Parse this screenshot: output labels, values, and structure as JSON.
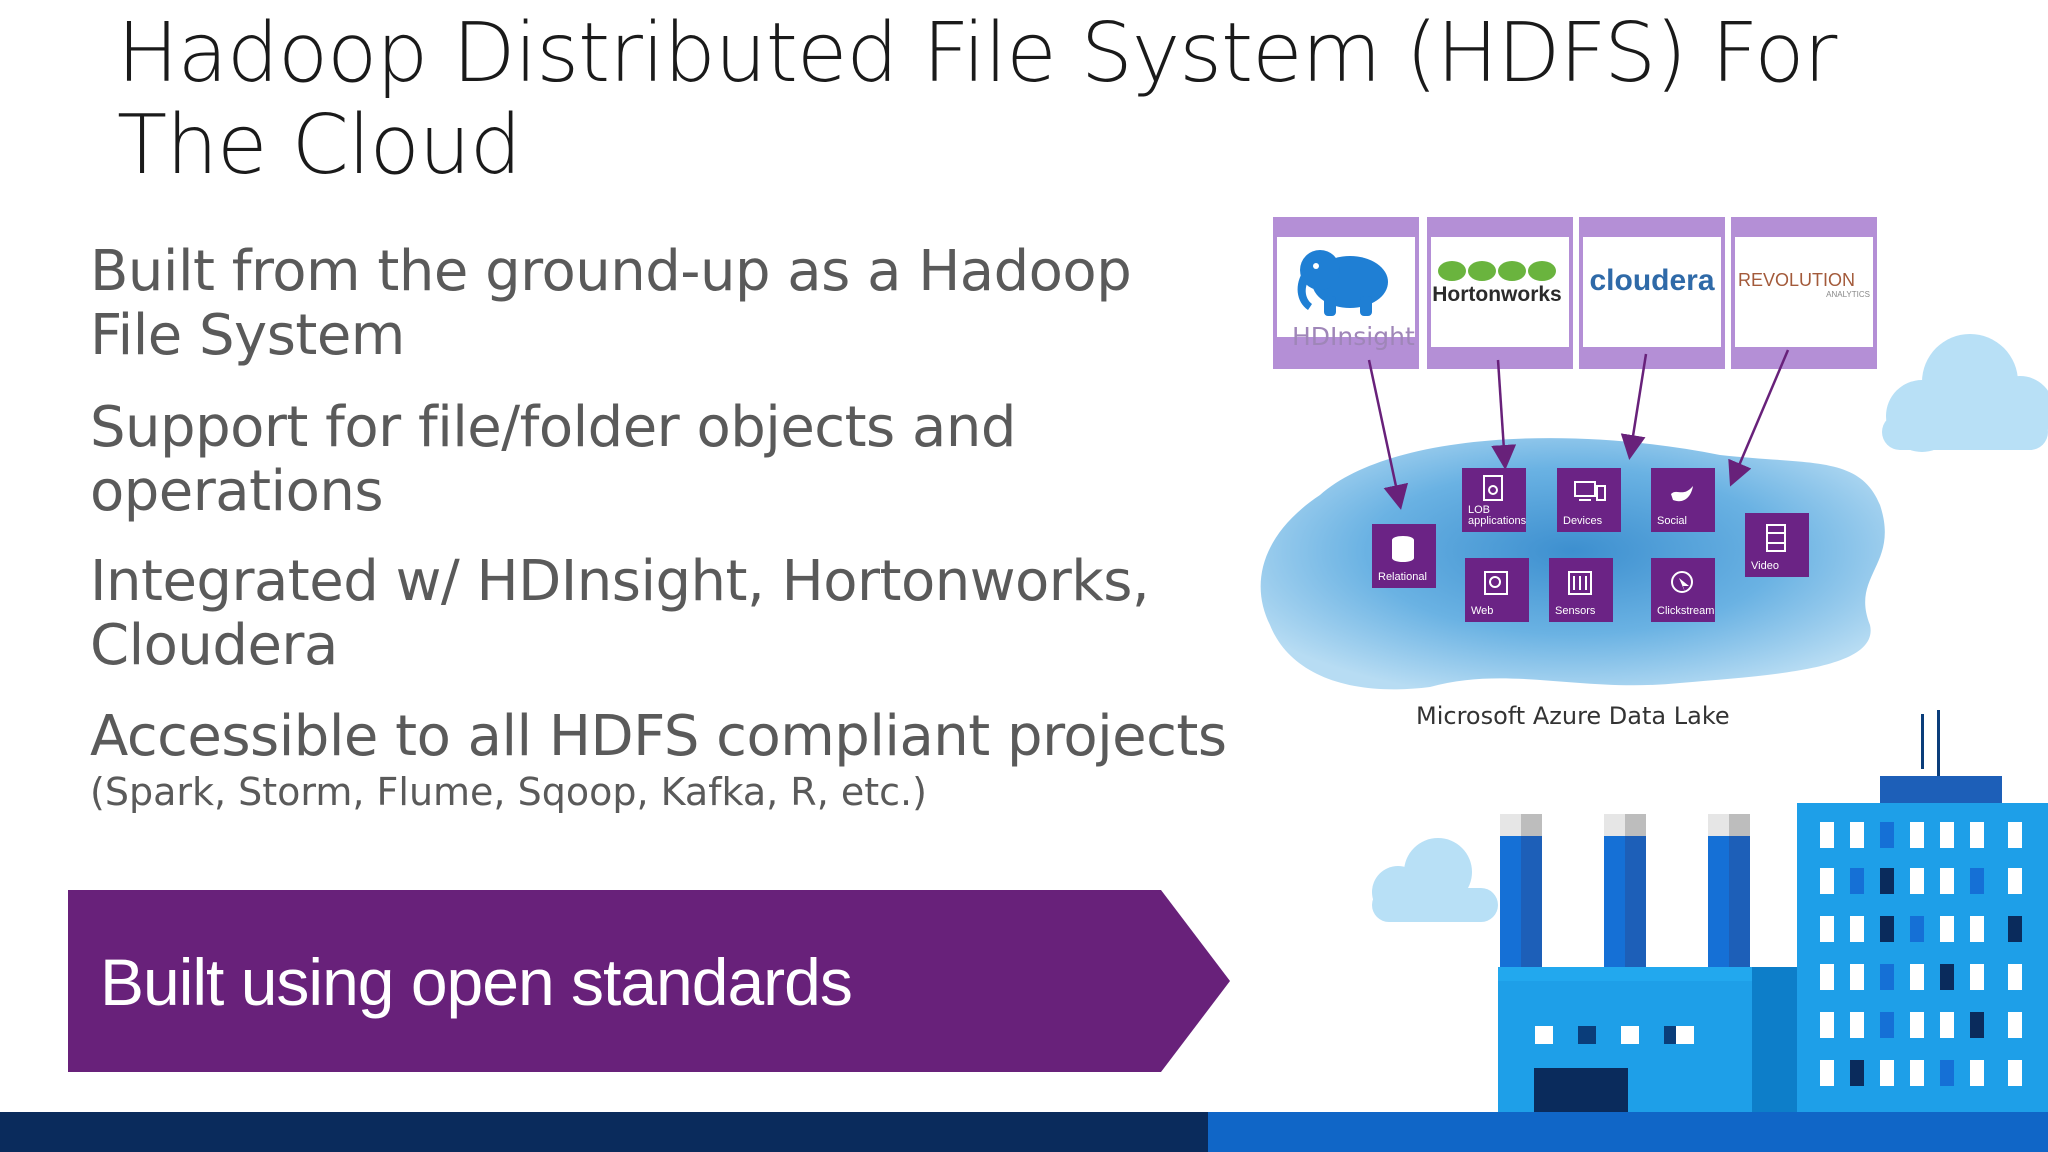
{
  "title": "Hadoop Distributed File System (HDFS) For The Cloud",
  "bullets": [
    "Built from the ground-up as a Hadoop File System",
    "Support for file/folder objects and operations",
    "Integrated w/ HDInsight, Hortonworks, Cloudera",
    "Accessible to all HDFS compliant projects"
  ],
  "sub_bullet": "(Spark, Storm, Flume, Sqoop, Kafka, R, etc.)",
  "banner": "Built using open standards",
  "logos": {
    "hdinsight": "HDInsight",
    "hortonworks": "Hortonworks",
    "cloudera": "cloudera",
    "revolution": "REVOLUTION",
    "revolution_sub": "ANALYTICS"
  },
  "lake_tiles": {
    "relational": "Relational",
    "lob_1": "LOB",
    "lob_2": "applications",
    "devices": "Devices",
    "social": "Social",
    "video": "Video",
    "web": "Web",
    "sensors": "Sensors",
    "clickstream": "Clickstream"
  },
  "caption": "Microsoft Azure Data Lake",
  "colors": {
    "banner_purple": "#68217a",
    "tile_purple": "#6b2385",
    "logo_tile_lilac": "#b48fd6",
    "footer_navy": "#0a2b5c",
    "footer_blue": "#1066c7",
    "factory_blue": "#1e9fe8"
  },
  "icons": [
    "elephant-icon",
    "database-icon",
    "document-icon",
    "devices-icon",
    "bird-icon",
    "film-icon",
    "globe-icon",
    "sensor-icon",
    "cursor-icon",
    "cloud-icon",
    "factory-icon"
  ]
}
